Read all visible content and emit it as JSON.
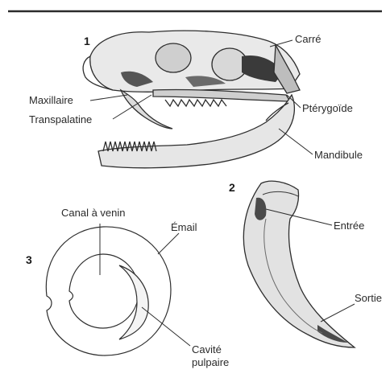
{
  "figure": {
    "panel_numbers": [
      "1",
      "2",
      "3"
    ],
    "skull_labels": {
      "carre": "Carré",
      "maxillaire": "Maxillaire",
      "transpalatine": "Transpalatine",
      "pterygoide": "Ptérygoïde",
      "mandibule": "Mandibule"
    },
    "fang_labels": {
      "entree": "Entrée",
      "sortie": "Sortie"
    },
    "section_labels": {
      "canal": "Canal à venin",
      "email": "Émail",
      "cavite_line1": "Cavité",
      "cavite_line2": "pulpaire"
    }
  }
}
